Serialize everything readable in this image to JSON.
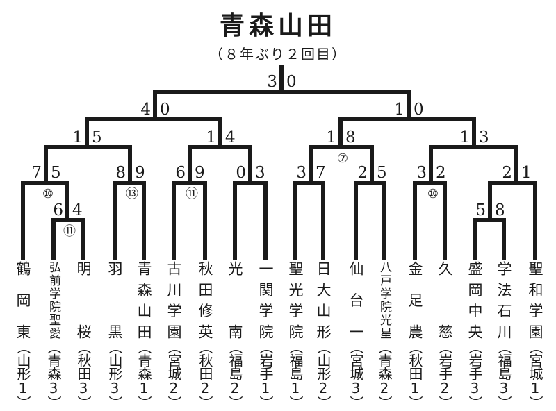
{
  "header": {
    "title": "青森山田",
    "subtitle": "（８年ぶり２回目）"
  },
  "teams": [
    {
      "name": "鶴岡東",
      "pref": "（山形1）"
    },
    {
      "name": "弘前学院聖愛",
      "pref": "（青森3）"
    },
    {
      "name": "明桜",
      "pref": "（秋田3）"
    },
    {
      "name": "羽黒",
      "pref": "（山形3）"
    },
    {
      "name": "青森山田",
      "pref": "（青森1）"
    },
    {
      "name": "古川学園",
      "pref": "（宮城2）"
    },
    {
      "name": "秋田修英",
      "pref": "（秋田2）"
    },
    {
      "name": "光南",
      "pref": "（福島2）"
    },
    {
      "name": "一関学院",
      "pref": "（岩手1）"
    },
    {
      "name": "聖光学院",
      "pref": "（福島1）"
    },
    {
      "name": "日大山形",
      "pref": "（山形2）"
    },
    {
      "name": "仙台一",
      "pref": "（宮城3）"
    },
    {
      "name": "八戸学院光星",
      "pref": "（青森2）"
    },
    {
      "name": "金足農",
      "pref": "（秋田1）"
    },
    {
      "name": "久慈",
      "pref": "（岩手2）"
    },
    {
      "name": "盛岡中央",
      "pref": "（岩手3）"
    },
    {
      "name": "学法石川",
      "pref": "（福島3）"
    },
    {
      "name": "聖和学園",
      "pref": "（宮城1）"
    }
  ],
  "matches": [
    {
      "id": "m1",
      "left": "t1",
      "right": "t2",
      "scores": [
        "6",
        "4"
      ],
      "winner": "left",
      "note": "⑪"
    },
    {
      "id": "m2",
      "left": "t0",
      "right": "m1",
      "scores": [
        "7",
        "5"
      ],
      "winner": "left",
      "note": "⑩"
    },
    {
      "id": "m3",
      "left": "t3",
      "right": "t4",
      "scores": [
        "8",
        "9"
      ],
      "winner": "right",
      "note": "⑬"
    },
    {
      "id": "m4",
      "left": "m2",
      "right": "m3",
      "scores": [
        "1",
        "5"
      ],
      "winner": "right"
    },
    {
      "id": "m5",
      "left": "t5",
      "right": "t6",
      "scores": [
        "6",
        "9"
      ],
      "winner": "right",
      "note": "⑪"
    },
    {
      "id": "m6",
      "left": "t7",
      "right": "t8",
      "scores": [
        "0",
        "3"
      ],
      "winner": "right"
    },
    {
      "id": "m7",
      "left": "m5",
      "right": "m6",
      "scores": [
        "1",
        "4"
      ],
      "winner": "right"
    },
    {
      "id": "m8",
      "left": "m4",
      "right": "m7",
      "scores": [
        "4",
        "0"
      ],
      "winner": "left"
    },
    {
      "id": "m9",
      "left": "t9",
      "right": "t10",
      "scores": [
        "3",
        "7"
      ],
      "winner": "right"
    },
    {
      "id": "m10",
      "left": "t11",
      "right": "t12",
      "scores": [
        "2",
        "5"
      ],
      "winner": "right"
    },
    {
      "id": "m11",
      "left": "m9",
      "right": "m10",
      "scores": [
        "1",
        "8"
      ],
      "winner": "right",
      "note": "⑦"
    },
    {
      "id": "m12",
      "left": "t13",
      "right": "t14",
      "scores": [
        "3",
        "2"
      ],
      "winner": "left",
      "note": "⑩"
    },
    {
      "id": "m13",
      "left": "t15",
      "right": "t16",
      "scores": [
        "5",
        "8"
      ],
      "winner": "right"
    },
    {
      "id": "m14",
      "left": "m13",
      "right": "t17",
      "scores": [
        "2",
        "1"
      ],
      "winner": "left"
    },
    {
      "id": "m15",
      "left": "m12",
      "right": "m14",
      "scores": [
        "1",
        "3"
      ],
      "winner": "right"
    },
    {
      "id": "m16",
      "left": "m11",
      "right": "m15",
      "scores": [
        "1",
        "0"
      ],
      "winner": "left"
    },
    {
      "id": "m17",
      "left": "m8",
      "right": "m16",
      "scores": [
        "3",
        "0"
      ],
      "winner": "left"
    }
  ]
}
